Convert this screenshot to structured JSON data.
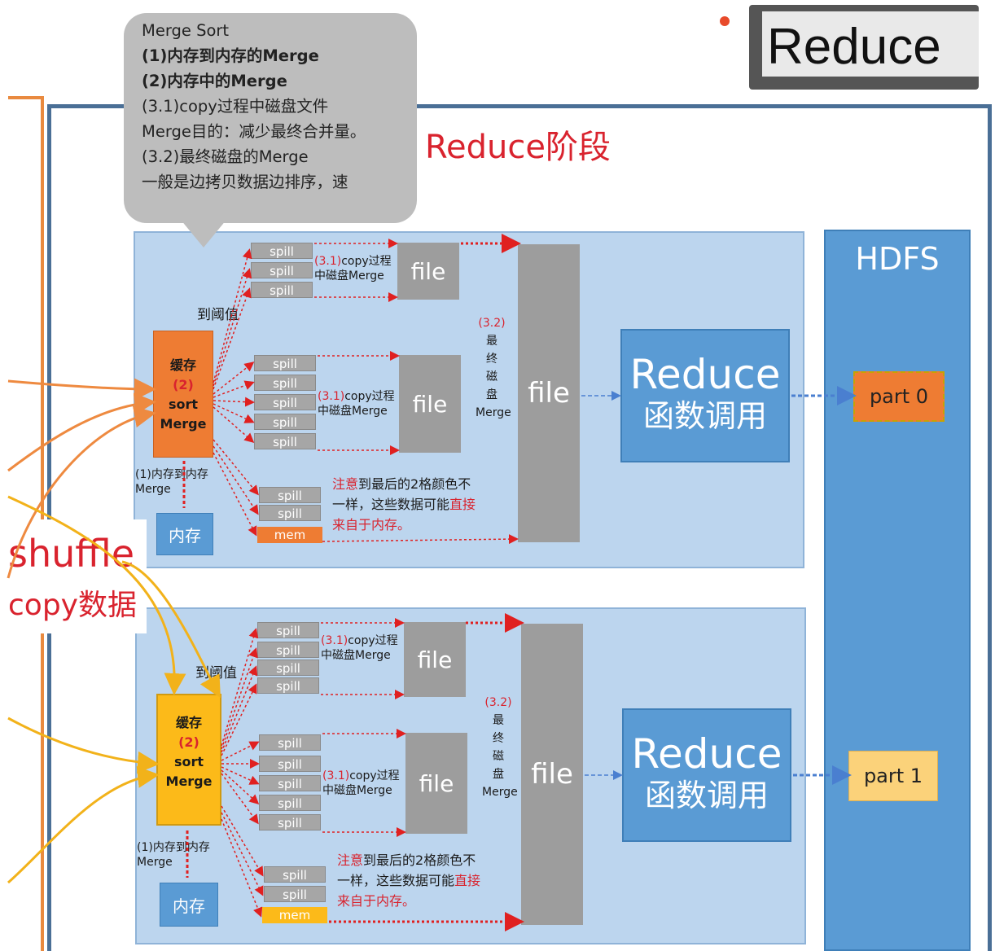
{
  "header": {
    "badge": "Reduce"
  },
  "bubble": {
    "lines": [
      "Merge Sort",
      "(1)内存到内存的Merge",
      "(2)内存中的Merge",
      "(3.1)copy过程中磁盘文件",
      "Merge目的：减少最终合并量。",
      "(3.2)最终磁盘的Merge",
      "一般是边拷贝数据边排序，速"
    ]
  },
  "stage_title": "Reduce阶段",
  "side": {
    "shuffle": "shuffle",
    "copy": "copy数据"
  },
  "hdfs": {
    "title": "HDFS",
    "parts": [
      "part 0",
      "part 1"
    ]
  },
  "colors": {
    "cache_top": "#ee7c33",
    "cache_bottom": "#fcba19",
    "accent_red": "#d9232e",
    "panel": "#bcd5ee",
    "hdfs": "#5a9bd4"
  },
  "panels": [
    {
      "threshold": "到阈值",
      "cache": {
        "l1": "缓存",
        "l2": "(2)",
        "l3": "sort",
        "l4": "Merge"
      },
      "mem_merge": {
        "l1": "(1)内存到内存",
        "l2": "Merge"
      },
      "neicun": "内存",
      "spill": "spill",
      "mem": "mem",
      "copy_label": {
        "l1a": "(3.1)",
        "l1b": "copy过程",
        "l2": "中磁盘Merge"
      },
      "file": "file",
      "final": {
        "num": "(3.2)",
        "chars": [
          "最",
          "终",
          "磁",
          "盘"
        ],
        "merge": "Merge"
      },
      "note": {
        "a": "注意",
        "b": "到最后的2格颜色不",
        "c": "一样，这些数据可能",
        "d": "直接",
        "e": "来自于内存。"
      },
      "reduce": {
        "t1": "Reduce",
        "t2": "函数调用"
      }
    },
    {
      "threshold": "到阈值",
      "cache": {
        "l1": "缓存",
        "l2": "(2)",
        "l3": "sort",
        "l4": "Merge"
      },
      "mem_merge": {
        "l1": "(1)内存到内存",
        "l2": "Merge"
      },
      "neicun": "内存",
      "spill": "spill",
      "mem": "mem",
      "copy_label": {
        "l1a": "(3.1)",
        "l1b": "copy过程",
        "l2": "中磁盘Merge"
      },
      "file": "file",
      "final": {
        "num": "(3.2)",
        "chars": [
          "最",
          "终",
          "磁",
          "盘"
        ],
        "merge": "Merge"
      },
      "note": {
        "a": "注意",
        "b": "到最后的2格颜色不",
        "c": "一样，这些数据可能",
        "d": "直接",
        "e": "来自于内存。"
      },
      "reduce": {
        "t1": "Reduce",
        "t2": "函数调用"
      }
    }
  ]
}
